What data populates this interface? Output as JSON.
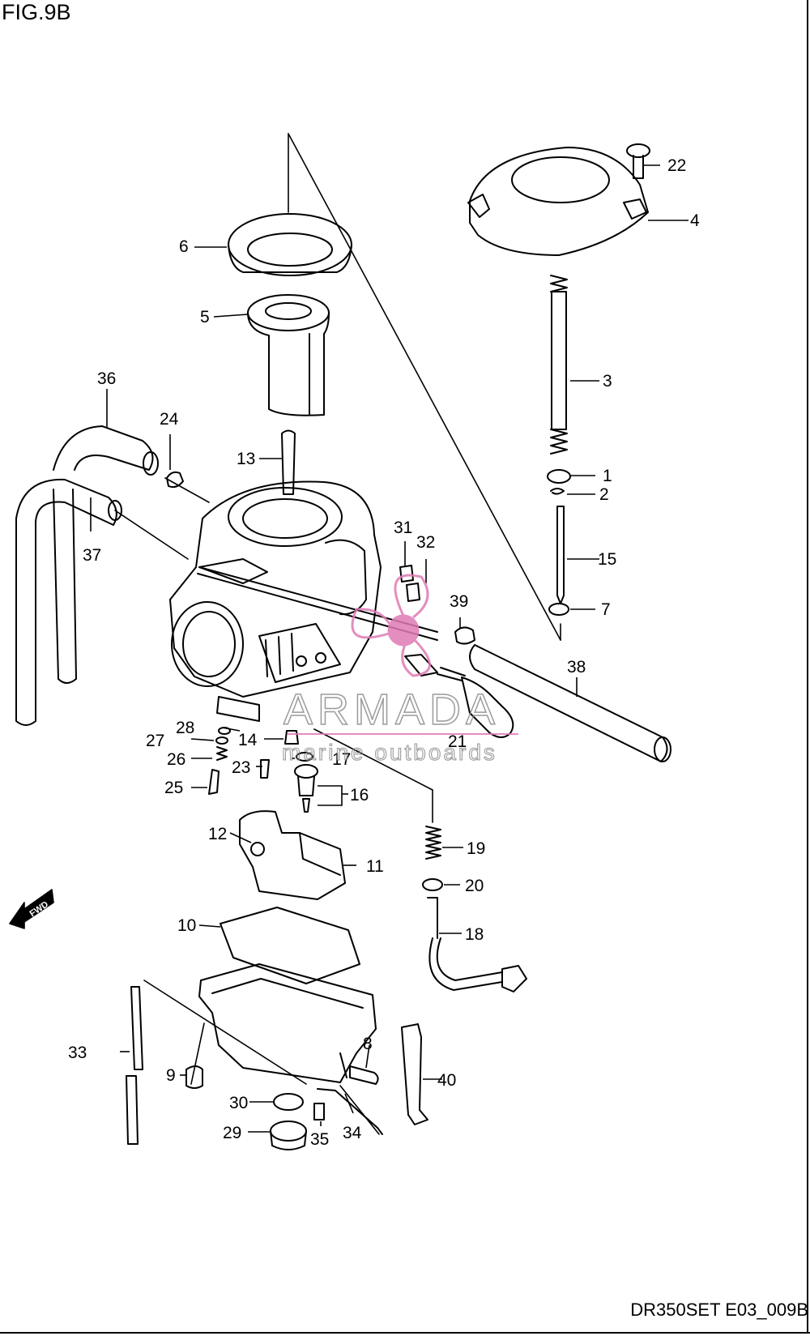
{
  "figure": {
    "title": "FIG.9B",
    "drawing_code": "DR350SET E03_009B"
  },
  "callouts": [
    {
      "id": "p1",
      "label": "1"
    },
    {
      "id": "p2",
      "label": "2"
    },
    {
      "id": "p3",
      "label": "3"
    },
    {
      "id": "p4",
      "label": "4"
    },
    {
      "id": "p5",
      "label": "5"
    },
    {
      "id": "p6",
      "label": "6"
    },
    {
      "id": "p7",
      "label": "7"
    },
    {
      "id": "p8",
      "label": "8"
    },
    {
      "id": "p9",
      "label": "9"
    },
    {
      "id": "p10",
      "label": "10"
    },
    {
      "id": "p11",
      "label": "11"
    },
    {
      "id": "p12",
      "label": "12"
    },
    {
      "id": "p13",
      "label": "13"
    },
    {
      "id": "p14",
      "label": "14"
    },
    {
      "id": "p15",
      "label": "15"
    },
    {
      "id": "p16",
      "label": "16"
    },
    {
      "id": "p17",
      "label": "17"
    },
    {
      "id": "p18",
      "label": "18"
    },
    {
      "id": "p19",
      "label": "19"
    },
    {
      "id": "p20",
      "label": "20"
    },
    {
      "id": "p21",
      "label": "21"
    },
    {
      "id": "p22",
      "label": "22"
    },
    {
      "id": "p23",
      "label": "23"
    },
    {
      "id": "p24",
      "label": "24"
    },
    {
      "id": "p25",
      "label": "25"
    },
    {
      "id": "p26",
      "label": "26"
    },
    {
      "id": "p27",
      "label": "27"
    },
    {
      "id": "p28",
      "label": "28"
    },
    {
      "id": "p29",
      "label": "29"
    },
    {
      "id": "p30",
      "label": "30"
    },
    {
      "id": "p31",
      "label": "31"
    },
    {
      "id": "p32",
      "label": "32"
    },
    {
      "id": "p33",
      "label": "33"
    },
    {
      "id": "p34",
      "label": "34"
    },
    {
      "id": "p35",
      "label": "35"
    },
    {
      "id": "p36",
      "label": "36"
    },
    {
      "id": "p37",
      "label": "37"
    },
    {
      "id": "p38",
      "label": "38"
    },
    {
      "id": "p39",
      "label": "39"
    },
    {
      "id": "p40",
      "label": "40"
    }
  ],
  "watermark": {
    "brand": "ARMADA",
    "tagline": "marine outboards",
    "color": "#e07ab4"
  },
  "direction_arrow": {
    "text": "FWD",
    "icon": "forward-arrow-icon"
  },
  "colors": {
    "line": "#000000",
    "background": "#ffffff"
  }
}
